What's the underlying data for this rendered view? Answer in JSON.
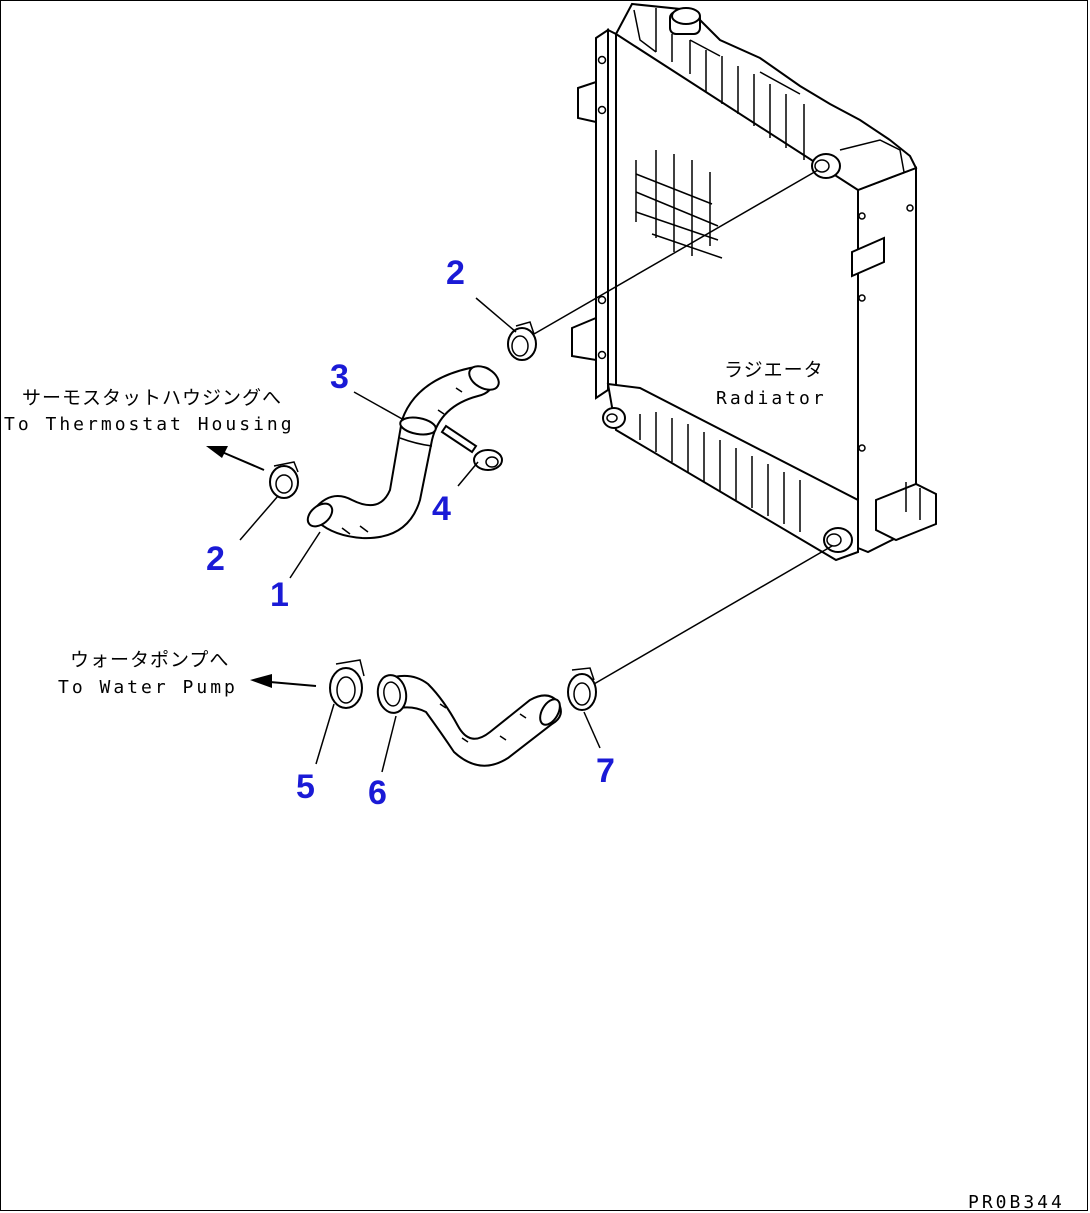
{
  "labels": {
    "radiator_jp": "ラジエータ",
    "radiator_en": "Radiator",
    "thermostat_jp": "サーモスタットハウジングへ",
    "thermostat_en": "To Thermostat Housing",
    "water_pump_jp": "ウォータポンプへ",
    "water_pump_en": "To Water Pump",
    "drawing_code": "PR0B344"
  },
  "callouts": {
    "c1": "1",
    "c2a": "2",
    "c2b": "2",
    "c3": "3",
    "c4": "4",
    "c5": "5",
    "c6": "6",
    "c7": "7"
  },
  "colors": {
    "callout": "#1a1ad6",
    "linework": "#000000",
    "background": "#ffffff"
  }
}
